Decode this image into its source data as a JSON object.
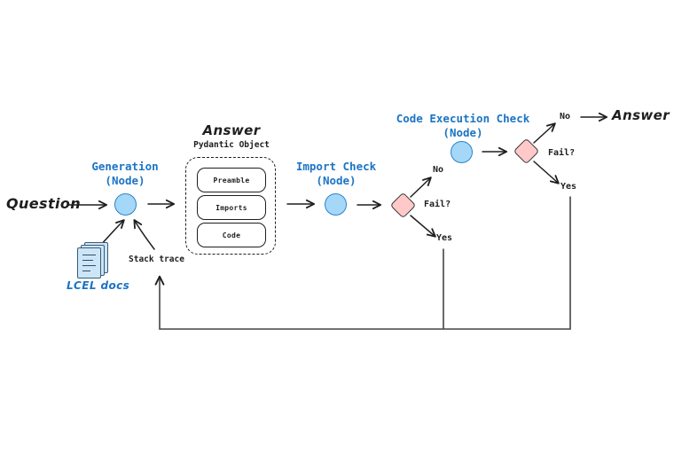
{
  "colors": {
    "accent_blue": "#1b74c5",
    "node_fill": "#a5d8f8",
    "node_stroke": "#2b83c9",
    "decision_fill": "#ffc9c9",
    "decision_stroke": "#3a3632",
    "ink": "#1e1e1e"
  },
  "flow": {
    "question_label": "Question",
    "generation": {
      "title": "Generation",
      "subtitle": "(Node)"
    },
    "answer_object": {
      "heading": "Answer",
      "subheading": "Pydantic Object",
      "fields": [
        "Preamble",
        "Imports",
        "Code"
      ]
    },
    "import_check": {
      "title": "Import Check",
      "subtitle": "(Node)"
    },
    "import_decision": {
      "question": "Fail?",
      "no_label": "No",
      "yes_label": "Yes"
    },
    "code_execution_check": {
      "title": "Code Execution Check",
      "subtitle": "(Node)"
    },
    "execution_decision": {
      "question": "Fail?",
      "no_label": "No",
      "yes_label": "Yes"
    },
    "final_answer_label": "Answer",
    "stack_trace_label": "Stack trace",
    "docs_label": "LCEL docs"
  }
}
